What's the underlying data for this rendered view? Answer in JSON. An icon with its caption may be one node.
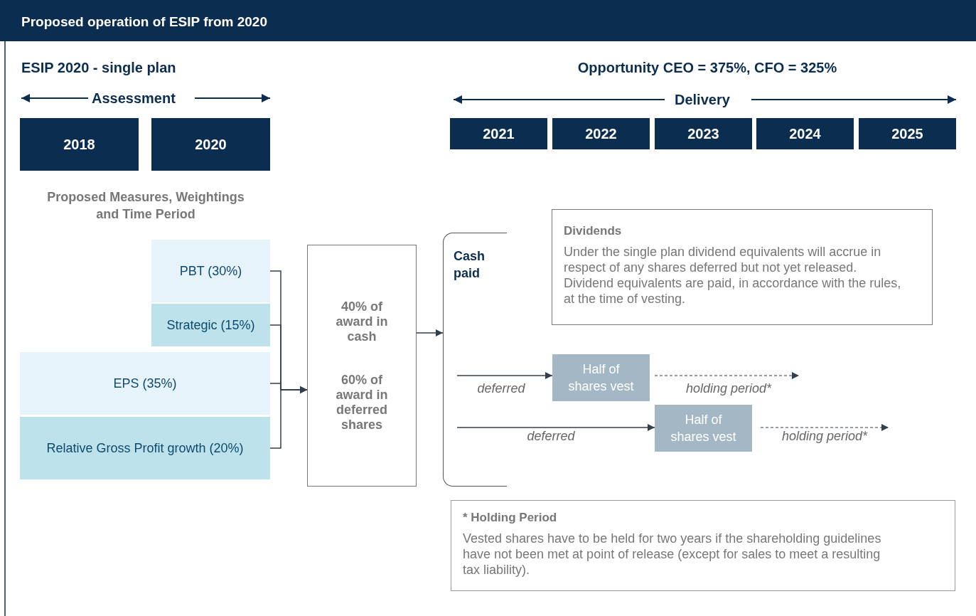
{
  "diagram": {
    "title": "Proposed operation of ESIP from 2020",
    "nodes": [
      {
        "text": [
          "2018"
        ]
      },
      {
        "text": [
          "2020"
        ]
      },
      {
        "text": [
          "2021"
        ]
      },
      {
        "text": [
          "2022"
        ]
      },
      {
        "text": [
          "2023"
        ]
      },
      {
        "text": [
          "2024"
        ]
      },
      {
        "text": [
          "2025"
        ]
      },
      {
        "text": [
          "PBT (30%)"
        ]
      },
      {
        "text": [
          "Strategic (15%)"
        ]
      },
      {
        "text": [
          "EPS (35%)"
        ]
      },
      {
        "text": [
          "Relative Gross Profit growth (20%)"
        ]
      },
      {
        "text": [
          "40% of award in cash",
          "60% of award in deferred shares"
        ]
      },
      {
        "text": [
          "Cash paid"
        ]
      },
      {
        "text": [
          "Dividends",
          "Under the single plan dividend equivalents will accrue in respect of any shares deferred but not yet released. Dividend equivalents are paid, in accordance with the rules, at the time of vesting."
        ]
      },
      {
        "text": [
          "Half of shares vest"
        ]
      },
      {
        "text": [
          "Half of shares vest"
        ]
      },
      {
        "text": [
          "* Holding Period",
          "Vested shares have to be held for two years if the shareholding guidelines have not been met at point of release (except for sales to meet a resulting tax liability)."
        ]
      }
    ],
    "edges": [
      {
        "from": 7,
        "to": 11,
        "arrow": "to"
      },
      {
        "from": 8,
        "to": 11,
        "arrow": "to"
      },
      {
        "from": 9,
        "to": 11,
        "arrow": "to"
      },
      {
        "from": 10,
        "to": 11,
        "arrow": "to"
      },
      {
        "from": 11,
        "to": 12,
        "arrow": "to"
      },
      {
        "from": 12,
        "to": 14,
        "arrow": "to",
        "label": "deferred"
      },
      {
        "from": 14,
        "to": null,
        "arrow": "to",
        "label": "holding period*",
        "style": "dashed"
      },
      {
        "from": 12,
        "to": 15,
        "arrow": "to",
        "label": "deferred"
      },
      {
        "from": 15,
        "to": null,
        "arrow": "to",
        "label": "holding period*",
        "style": "dashed"
      }
    ],
    "labels": [
      "ESIP 2020 - single plan",
      "Opportunity CEO = 375%, CFO = 325%",
      "Assessment",
      "Delivery",
      "Proposed Measures, Weightings and Time Period"
    ]
  }
}
